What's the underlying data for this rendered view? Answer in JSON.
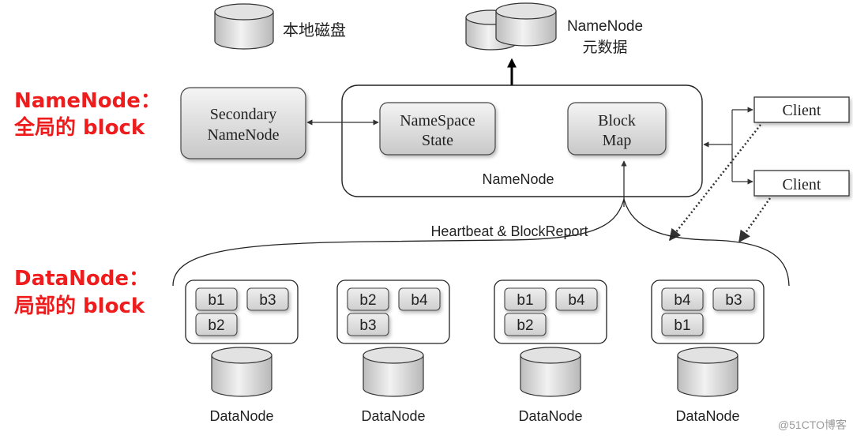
{
  "left_labels": {
    "namenode_line1": "NameNode：",
    "namenode_line2": "全局的 block",
    "datanode_line1": "DataNode：",
    "datanode_line2": "局部的 block"
  },
  "top": {
    "local_disk": "本地磁盘",
    "nn_meta_line1": "NameNode",
    "nn_meta_line2": "元数据"
  },
  "namenode": {
    "secondary_line1": "Secondary",
    "secondary_line2": "NameNode",
    "namespace_line1": "NameSpace",
    "namespace_line2": "State",
    "blockmap_line1": "Block",
    "blockmap_line2": "Map",
    "label": "NameNode"
  },
  "clients": [
    "Client",
    "Client"
  ],
  "heartbeat": "Heartbeat & BlockReport",
  "datanodes": [
    {
      "label": "DataNode",
      "blocks": [
        "b1",
        "b3",
        "b2"
      ]
    },
    {
      "label": "DataNode",
      "blocks": [
        "b2",
        "b4",
        "b3"
      ]
    },
    {
      "label": "DataNode",
      "blocks": [
        "b1",
        "b4",
        "b2"
      ]
    },
    {
      "label": "DataNode",
      "blocks": [
        "b4",
        "b3",
        "b1"
      ]
    }
  ],
  "watermark": "@51CTO博客"
}
